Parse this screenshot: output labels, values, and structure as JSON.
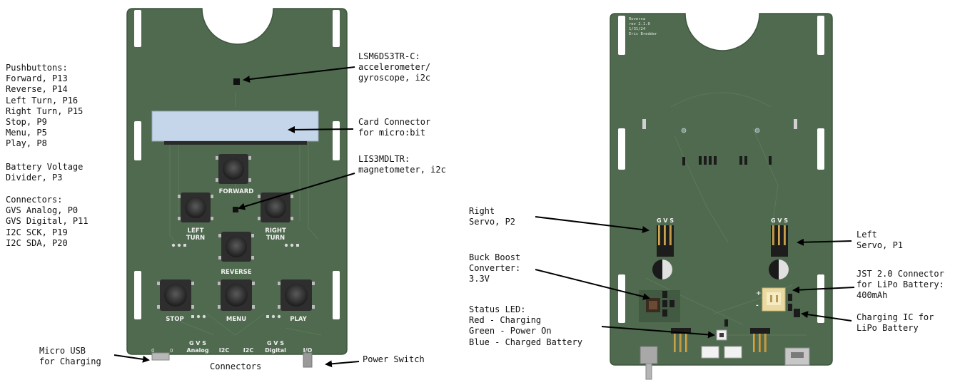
{
  "front_labels": {
    "pushbuttons": "Pushbuttons:\nForward, P13\nReverse, P14\nLeft Turn, P16\nRight Turn, P15\nStop, P9\nMenu, P5\nPlay, P8",
    "battery": "Battery Voltage\nDivider, P3",
    "connectors_list": "Connectors:\nGVS Analog, P0\nGVS Digital, P11\nI2C SCK, P19\nI2C SDA, P20",
    "imu": "LSM6DS3TR-C:\naccelerometer/\ngyroscope, i2c",
    "card": "Card Connector\nfor micro:bit",
    "mag": "LIS3MDLTR:\nmagnetometer, i2c",
    "usb": "Micro USB\nfor Charging",
    "connectors": "Connectors",
    "power": "Power Switch"
  },
  "front_silk": {
    "forward": "FORWARD",
    "left_1": "LEFT",
    "left_2": "TURN",
    "right_1": "RIGHT",
    "right_2": "TURN",
    "reverse": "REVERSE",
    "stop": "STOP",
    "menu": "MENU",
    "play": "PLAY",
    "gvs_a": "G V S",
    "analog": "Analog",
    "i2c_1": "I2C",
    "i2c_2": "I2C",
    "gvs_d": "G V S",
    "digital": "Digital",
    "io": "I/O",
    "zero_1": "0",
    "zero_2": "0"
  },
  "back_labels": {
    "right_servo": "Right\nServo, P2",
    "left_servo": "Left\nServo, P1",
    "buck": "Buck Boost\nConverter:\n3.3V",
    "jst": "JST 2.0 Connector\nfor LiPo Battery:\n400mAh",
    "led": "Status LED:\nRed - Charging\nGreen - Power On\nBlue - Charged Battery",
    "charging_ic": "Charging IC for\nLiPo Battery"
  },
  "back_silk": {
    "rev_1": "Roversa",
    "rev_2": "rev 2.1.0",
    "rev_3": "1/31/24",
    "rev_4": "Eric Bredder",
    "gvs_r": "G V S",
    "gvs_l": "G V S",
    "plus": "+",
    "minus": "-"
  },
  "colors": {
    "pcb": "#4f6a4e",
    "pcb_edge": "#3d553d",
    "trace": "#5c785b",
    "lcd": "#c6d6ea",
    "arrow": "#000000",
    "jst": "#ead9a0"
  }
}
